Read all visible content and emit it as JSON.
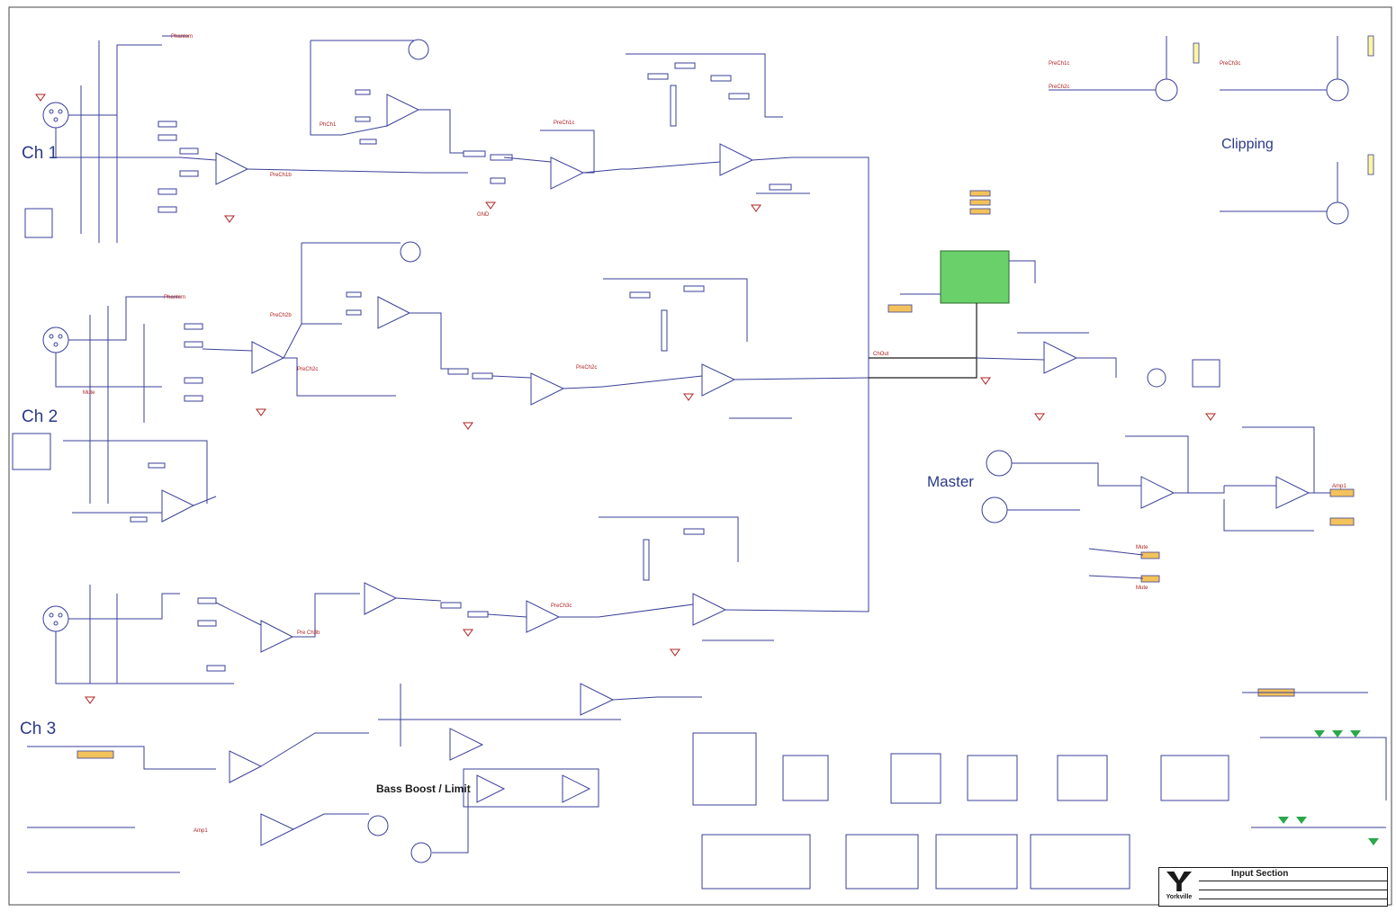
{
  "labels": {
    "ch1": "Ch 1",
    "ch2": "Ch 2",
    "ch3": "Ch 3",
    "master": "Master",
    "clipping": "Clipping",
    "bass_boost": "Bass Boost / Limit"
  },
  "title_block": {
    "brand": "Yorkville",
    "title": "Input Section"
  },
  "colors": {
    "wire": "#3a3f9a",
    "net_label": "#b0201e",
    "highlight_block": "#6ad06a",
    "label_box": "#f3c25a",
    "ground_marker": "#2aa84a",
    "text_blue": "#2a3a8a"
  }
}
